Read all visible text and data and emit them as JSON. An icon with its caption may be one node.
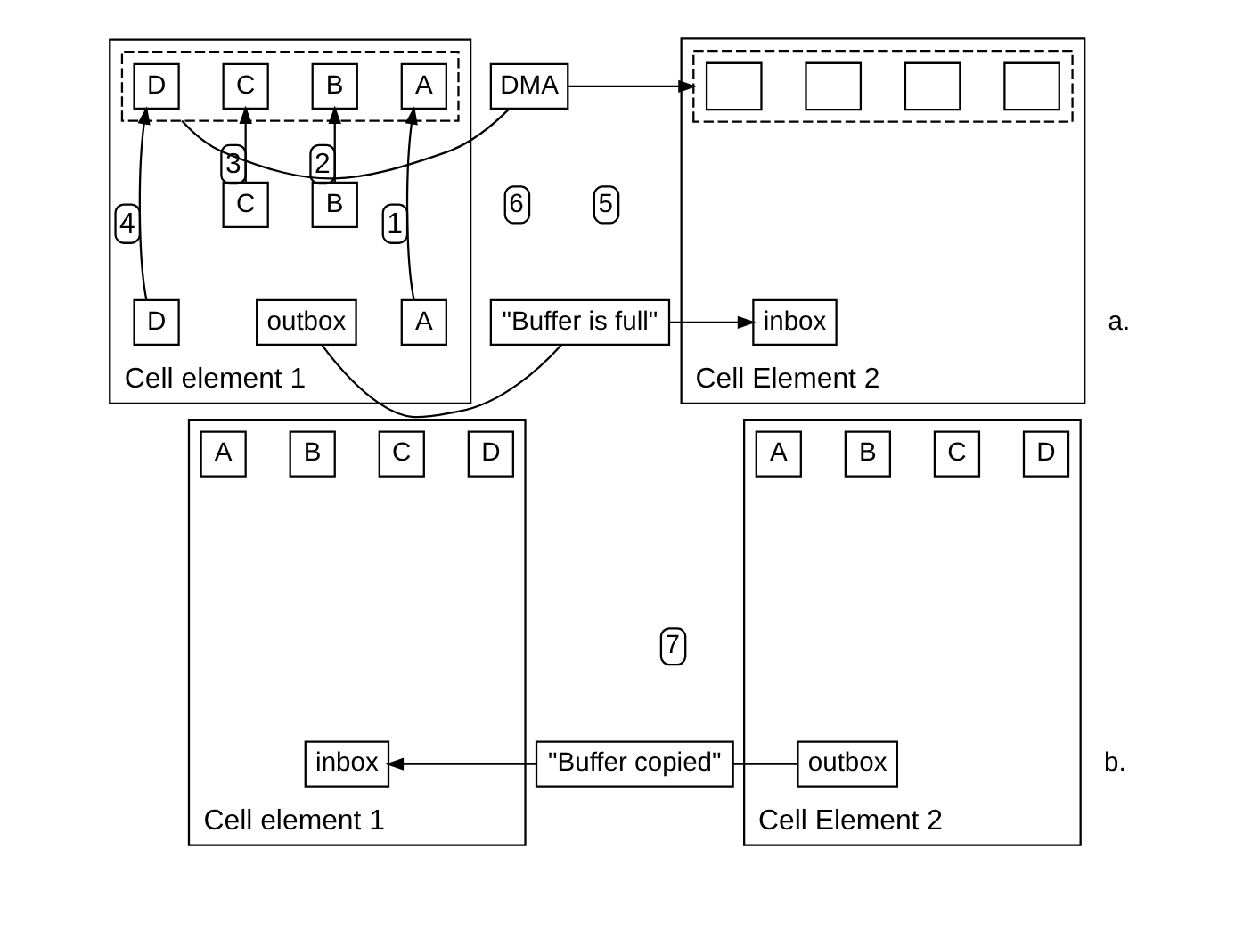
{
  "diagram": {
    "nodes": [
      {
        "text": [
          "Cell element 1"
        ]
      },
      {
        "text": [],
        "shape": "box",
        "in": 0
      },
      {
        "text": [
          "A"
        ],
        "in": 1
      },
      {
        "text": [
          "B"
        ],
        "in": 1
      },
      {
        "text": [
          "C"
        ],
        "in": 1
      },
      {
        "text": [
          "D"
        ],
        "in": 1
      },
      {
        "text": [
          "A"
        ],
        "in": 0
      },
      {
        "text": [
          "B"
        ],
        "in": 0
      },
      {
        "text": [
          "C"
        ],
        "in": 0
      },
      {
        "text": [
          "D"
        ],
        "in": 0
      },
      {
        "text": [
          "outbox"
        ],
        "in": 0
      },
      {
        "text": [
          "DMA"
        ],
        "beside": [
          "6"
        ]
      },
      {
        "text": [
          "\"Buffer is full\""
        ],
        "beside": [
          "5"
        ]
      },
      {
        "text": [
          "Cell Element 2"
        ]
      },
      {
        "text": [],
        "shape": "box",
        "in": 13
      },
      {
        "text": [],
        "shape": "box",
        "in": 14
      },
      {
        "text": [],
        "shape": "box",
        "in": 14
      },
      {
        "text": [],
        "shape": "box",
        "in": 14
      },
      {
        "text": [],
        "shape": "box",
        "in": 14
      },
      {
        "text": [
          "inbox"
        ],
        "in": 13
      },
      {
        "text": [
          "Cell element 1"
        ]
      },
      {
        "text": [
          "A"
        ],
        "in": 20
      },
      {
        "text": [
          "B"
        ],
        "in": 20
      },
      {
        "text": [
          "C"
        ],
        "in": 20
      },
      {
        "text": [
          "D"
        ],
        "in": 20
      },
      {
        "text": [
          "inbox"
        ],
        "in": 20
      },
      {
        "text": [
          "\"Buffer copied\""
        ],
        "beside": [
          "7"
        ]
      },
      {
        "text": [
          "Cell Element 2"
        ]
      },
      {
        "text": [
          "A"
        ],
        "in": 27
      },
      {
        "text": [
          "B"
        ],
        "in": 27
      },
      {
        "text": [
          "C"
        ],
        "in": 27
      },
      {
        "text": [
          "D"
        ],
        "in": 27
      },
      {
        "text": [
          "outbox"
        ],
        "in": 27
      }
    ],
    "edges": [
      {
        "from": 6,
        "to": 2,
        "arrow": "to",
        "label": "1"
      },
      {
        "from": 7,
        "to": 3,
        "arrow": "to",
        "label": "2"
      },
      {
        "from": 8,
        "to": 4,
        "arrow": "to",
        "label": "3"
      },
      {
        "from": 9,
        "to": 5,
        "arrow": "to",
        "label": "4"
      },
      {
        "from": 1,
        "to": 11,
        "arrow": "none"
      },
      {
        "from": 11,
        "to": 14,
        "arrow": "to"
      },
      {
        "from": 10,
        "to": 12,
        "arrow": "none"
      },
      {
        "from": 12,
        "to": 19,
        "arrow": "to"
      },
      {
        "from": 32,
        "to": 26,
        "arrow": "none"
      },
      {
        "from": 26,
        "to": 25,
        "arrow": "to"
      }
    ],
    "labels": [
      "a.",
      "b."
    ]
  }
}
